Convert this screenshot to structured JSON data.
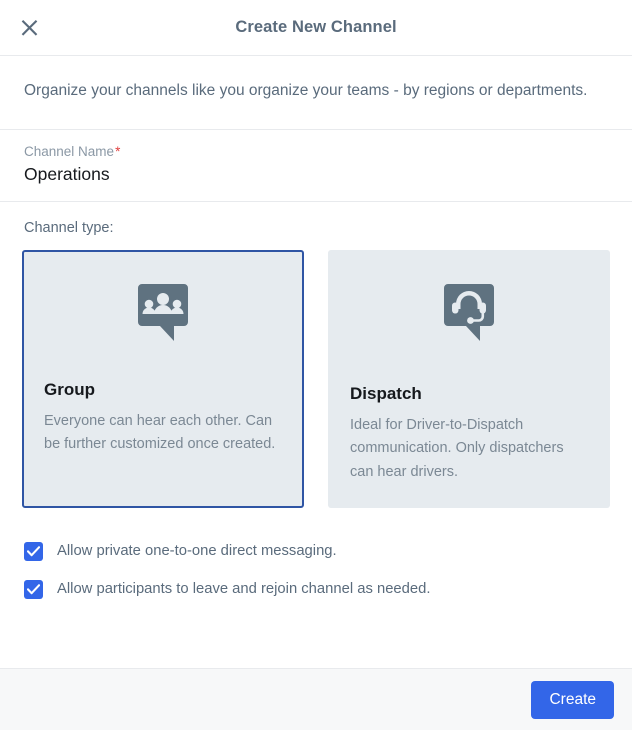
{
  "dialog": {
    "title": "Create New Channel",
    "close_icon": "close-icon",
    "intro": "Organize your channels like you organize your teams - by regions or departments."
  },
  "channel_name": {
    "label": "Channel Name",
    "required_marker": "*",
    "value": "Operations",
    "placeholder": "Channel Name"
  },
  "channel_type": {
    "label": "Channel type:",
    "cards": [
      {
        "id": "group",
        "icon": "group-chat-bubble-icon",
        "title": "Group",
        "description": "Everyone can hear each other. Can be further customized once created.",
        "selected": true
      },
      {
        "id": "dispatch",
        "icon": "headset-chat-bubble-icon",
        "title": "Dispatch",
        "description": "Ideal for Driver-to-Dispatch communication. Only dispatchers can hear drivers.",
        "selected": false
      }
    ]
  },
  "options": [
    {
      "id": "direct-messaging",
      "label": "Allow private one-to-one direct messaging.",
      "checked": true
    },
    {
      "id": "leave-rejoin",
      "label": "Allow participants to leave and rejoin channel as needed.",
      "checked": true
    }
  ],
  "footer": {
    "create_label": "Create"
  },
  "colors": {
    "accent_blue": "#3366e8",
    "selected_border": "#2f55a4",
    "card_bg": "#e6ebef",
    "icon_slate": "#5f7280",
    "text_slate": "#5a6b7c",
    "text_muted": "#7b8894",
    "required_red": "#e0403f",
    "footer_bg": "#f7f8f9"
  }
}
